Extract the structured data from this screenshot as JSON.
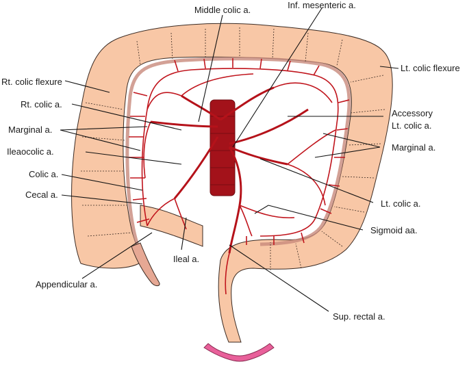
{
  "labels": {
    "middle_colic": "Middle colic a.",
    "inf_mesenteric": "Inf. mesenteric a.",
    "rt_colic_flexure": "Rt. colic flexure",
    "lt_colic_flexure": "Lt. colic flexure",
    "rt_colic": "Rt. colic a.",
    "accessory_lt_colic_line1": "Accessory",
    "accessory_lt_colic_line2": "Lt. colic a.",
    "marginal_left": "Marginal a.",
    "marginal_right": "Marginal a.",
    "ileocolic": "Ileaocolic a.",
    "colic": "Colic a.",
    "cecal": "Cecal a.",
    "lt_colic": "Lt. colic a.",
    "sigmoid": "Sigmoid aa.",
    "ileal": "Ileal a.",
    "appendicular": "Appendicular a.",
    "sup_rectal": "Sup. rectal a."
  },
  "colors": {
    "colon_fill": "#f8c7a6",
    "artery_red": "#c0141c",
    "aorta_red": "#a3121a",
    "anus_pink": "#e8609a"
  }
}
